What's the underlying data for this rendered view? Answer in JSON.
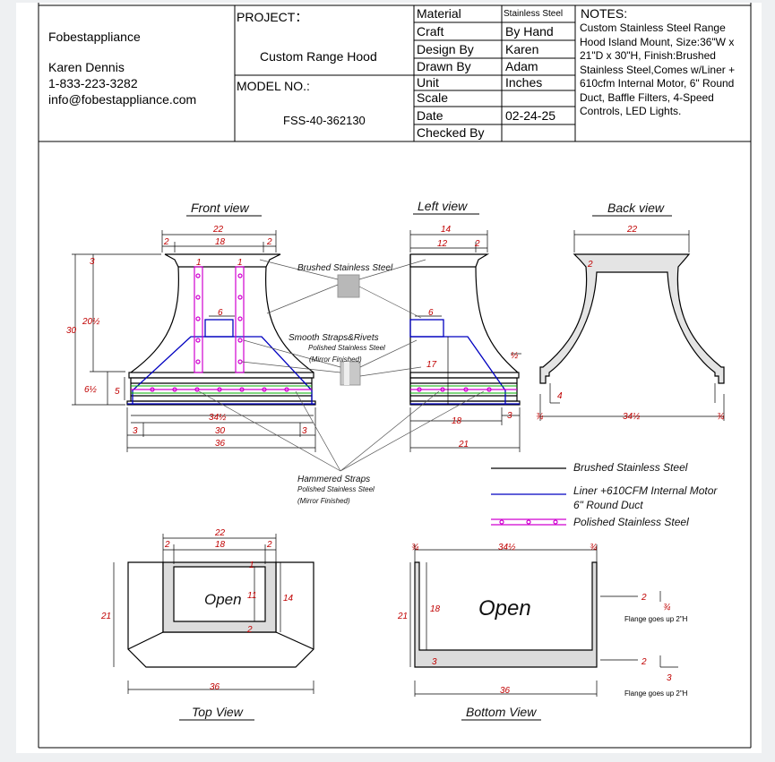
{
  "company": {
    "name": "Fobestappliance",
    "contact_name": "Karen Dennis",
    "phone": "1-833-223-3282",
    "email": "info@fobestappliance.com"
  },
  "project": {
    "label": "PROJECT：",
    "value": "Custom Range Hood",
    "model_label": "MODEL NO.:",
    "model_value": "FSS-40-362130"
  },
  "specs": [
    {
      "label": "Material",
      "value": "Stainless Steel"
    },
    {
      "label": "Craft",
      "value": "By Hand"
    },
    {
      "label": "Design By",
      "value": "Karen"
    },
    {
      "label": "Drawn By",
      "value": "Adam"
    },
    {
      "label": "Unit",
      "value": "Inches"
    },
    {
      "label": "Scale",
      "value": ""
    },
    {
      "label": "Date",
      "value": "02-24-25"
    },
    {
      "label": "Checked By",
      "value": ""
    }
  ],
  "notes": {
    "heading": "NOTES:",
    "lines": [
      "Custom Stainless Steel Range",
      "Hood Island Mount, Size:36\"W x",
      "21\"D x 30\"H, Finish:Brushed",
      "Stainless Steel,Comes w/Liner +",
      "610cfm Internal Motor, 6\" Round",
      "Duct, Baffle Filters, 4-Speed",
      "Controls, LED Lights."
    ]
  },
  "views": {
    "front": "Front view",
    "left": "Left view",
    "back": "Back view",
    "top": "Top View",
    "bottom": "Bottom View"
  },
  "callouts": {
    "brushed": "Brushed Stainless Steel",
    "smooth": "Smooth Straps&Rivets",
    "polished": "Polished Stainless Steel",
    "mirror": "(Mirror Finished)",
    "hammered": "Hammered Straps",
    "polished2": "Polished Stainless Steel",
    "mirror2": "(Mirror Finished)",
    "open_top": "Open",
    "open_bottom": "Open",
    "flange1": "Flange goes up 2\"H",
    "flange2": "Flange goes up 2\"H"
  },
  "legend": [
    {
      "label": "Brushed Stainless Steel",
      "color": "#000000"
    },
    {
      "label": "Liner +610CFM Internal Motor",
      "label2": "6\" Round Duct",
      "color": "#0000c0"
    },
    {
      "label": "Polished Stainless Steel",
      "color": "#d000d0"
    }
  ],
  "dims": {
    "front": {
      "top": "22",
      "l2": "2",
      "m18": "18",
      "r2": "2",
      "h3": "3",
      "h30": "30",
      "h20": "20½",
      "h6": "6½",
      "h5": "5",
      "d1a": "1",
      "d1b": "1",
      "d6": "6",
      "w34": "34½",
      "w3a": "3",
      "w30": "30",
      "w3b": "3",
      "w36": "36"
    },
    "left": {
      "top": "14",
      "w12": "12",
      "w2": "2",
      "d6": "6",
      "h17": "17",
      "h1": "½",
      "w18": "18",
      "w3": "3",
      "w21": "21"
    },
    "back": {
      "top": "22",
      "d2": "2",
      "d4": "4",
      "w34": "34½",
      "lq": "¾",
      "rq": "¾"
    },
    "topv": {
      "top": "22",
      "l2": "2",
      "m18": "18",
      "r2": "2",
      "d1": "1",
      "d11": "11",
      "d14": "14",
      "d21": "21",
      "d2": "2",
      "w36": "36"
    },
    "bottomv": {
      "lq": "¾",
      "mid": "34½",
      "rq": "¾",
      "d21": "21",
      "d18": "18",
      "d3": "3",
      "w36": "36",
      "f2a": "2",
      "fq": "¾",
      "f2b": "2",
      "f3": "3"
    }
  }
}
